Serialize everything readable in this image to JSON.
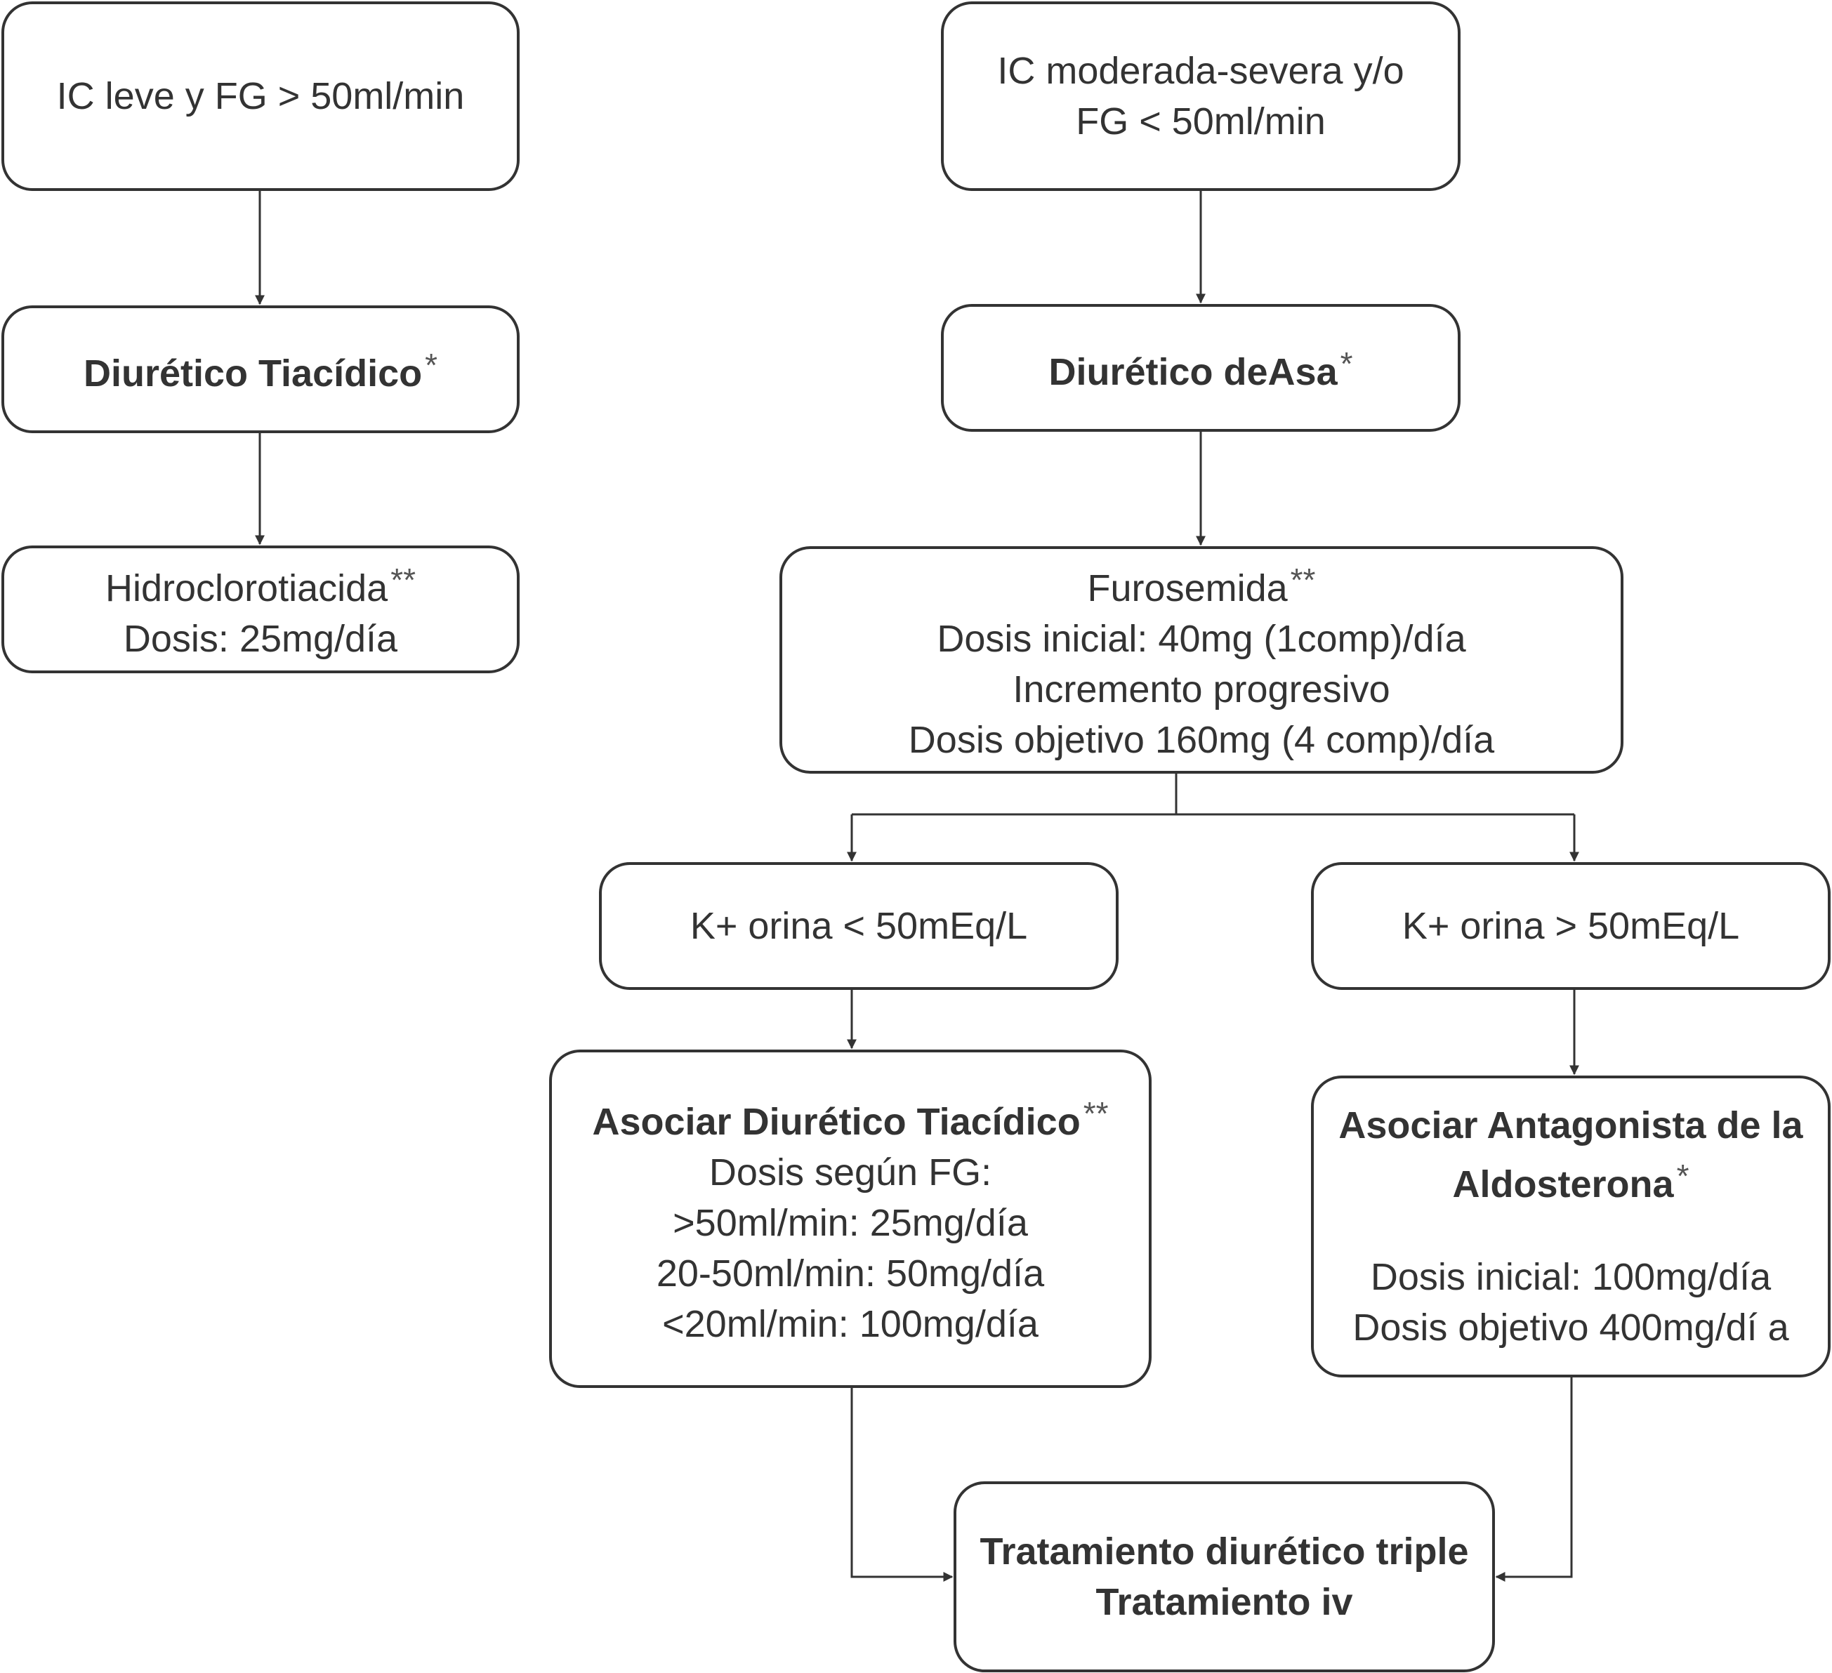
{
  "nodes": {
    "ic_leve": {
      "line1": "IC leve y FG > 50ml/min"
    },
    "ic_moderada": {
      "line1": "IC moderada-severa y/o",
      "line2": "FG < 50ml/min"
    },
    "diuretico_tiacidico": {
      "title": "Diurético Tiacídico",
      "mark": "*"
    },
    "diuretico_asa": {
      "title": "Diurético deAsa",
      "mark": "*"
    },
    "hidroclorotiacida": {
      "name": "Hidroclorotiacida",
      "mark": "**",
      "dose": "Dosis: 25mg/día"
    },
    "furosemida": {
      "name": "Furosemida",
      "mark": "**",
      "line2": "Dosis inicial: 40mg (1comp)/día",
      "line3": "Incremento progresivo",
      "line4": "Dosis objetivo 160mg (4 comp)/día"
    },
    "k_menor": {
      "label": "K+ orina < 50mEq/L"
    },
    "k_mayor": {
      "label": "K+ orina > 50mEq/L"
    },
    "asociar_tiacidico": {
      "title": "Asociar Diurético Tiacídico",
      "mark": "**",
      "line2": "Dosis según FG:",
      "line3": ">50ml/min: 25mg/día",
      "line4": "20-50ml/min: 50mg/día",
      "line5": "<20ml/min: 100mg/día"
    },
    "asociar_antagonista": {
      "title1": "Asociar Antagonista de la",
      "title2": "Aldosterona",
      "mark": "*",
      "line3": "Dosis inicial: 100mg/día",
      "line4": "Dosis objetivo 400mg/dí a"
    },
    "tratamiento_triple": {
      "line1": "Tratamiento diurético triple",
      "line2": "Tratamiento iv"
    }
  }
}
